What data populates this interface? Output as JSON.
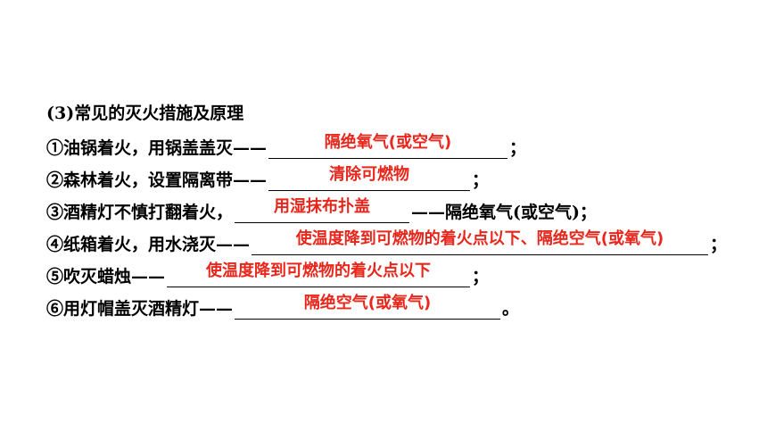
{
  "heading": "(3)常见的灭火措施及原理",
  "items": [
    {
      "prefix": "①油锅着火，用锅盖盖灭——",
      "answer": "隔绝氧气(或空气)",
      "suffix": "；"
    },
    {
      "prefix": "②森林着火，设置隔离带——",
      "answer": "清除可燃物",
      "suffix": "；"
    },
    {
      "prefix": "③酒精灯不慎打翻着火，",
      "answer": "用湿抹布扑盖",
      "suffix": "——隔绝氧气(或空气)；"
    },
    {
      "prefix": "④纸箱着火，用水浇灭——",
      "answer": "使温度降到可燃物的着火点以下、隔绝空气(或氧气)",
      "suffix": "；"
    },
    {
      "prefix": "⑤吹灭蜡烛——",
      "answer": "使温度降到可燃物的着火点以下",
      "suffix": "；"
    },
    {
      "prefix": "⑥用灯帽盖灭酒精灯——",
      "answer": "隔绝空气(或氧气)",
      "suffix": "。"
    }
  ]
}
